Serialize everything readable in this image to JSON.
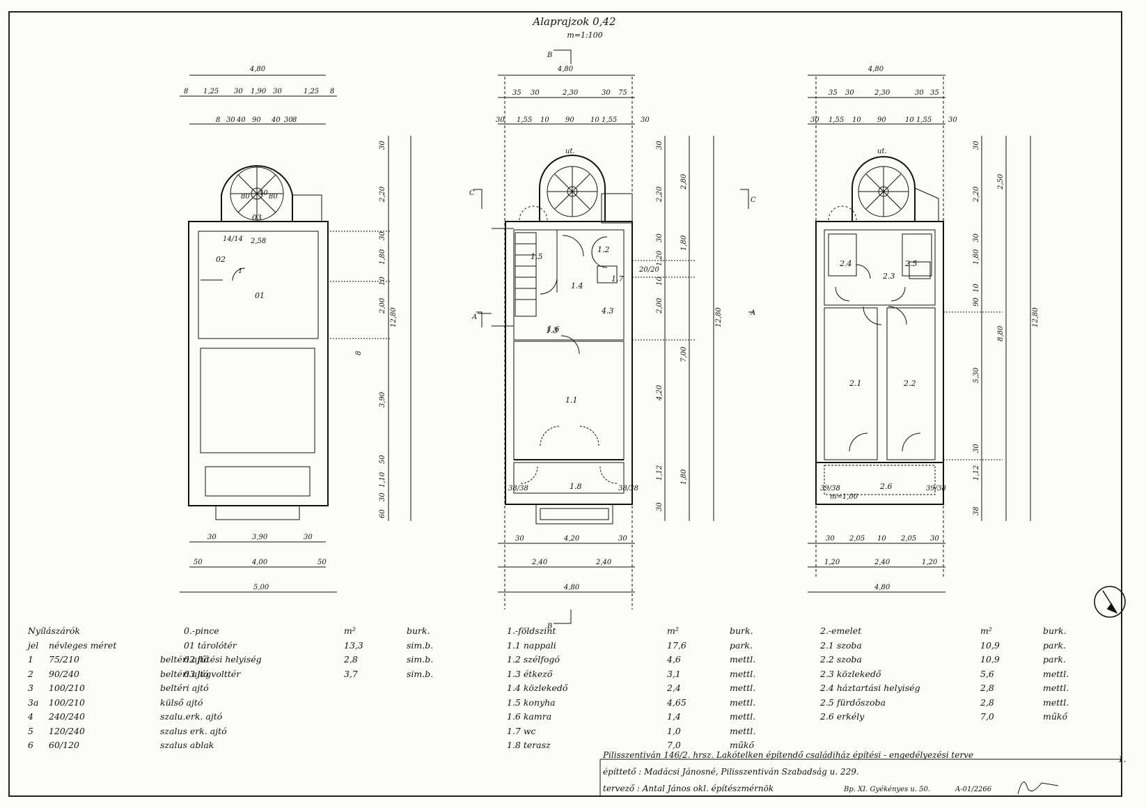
{
  "header": {
    "title": "Alaprajzok 0,42",
    "scale": "m=1:100"
  },
  "plans": [
    {
      "id": "pince",
      "top_dims": [
        "4,80"
      ],
      "top_dims2": [
        "8",
        "1,25",
        "30",
        "1,90",
        "30",
        "1,25",
        "8"
      ],
      "top_dims3": [
        "8",
        "30",
        "40",
        "90",
        "40",
        "30",
        "8"
      ],
      "right_dims": [
        "30",
        "2,20",
        "30",
        "1,80",
        "10",
        "2,00",
        "8",
        "3,90",
        "50",
        "1,10",
        "30",
        "60"
      ],
      "right_total": "12,80",
      "bottom_dims1": [
        "30",
        "3,90",
        "30"
      ],
      "bottom_dims2": [
        "50",
        "4,00",
        "50"
      ],
      "bottom_total": "5,00",
      "rooms": [
        "03",
        "02",
        "01",
        "14/14",
        "2,58",
        "80",
        "80",
        "40",
        "1"
      ]
    },
    {
      "id": "foldszint",
      "top_dims": [
        "4,80"
      ],
      "top_dims2": [
        "35",
        "30",
        "2,30",
        "30",
        "75"
      ],
      "top_dims3": [
        "30",
        "1,55",
        "10",
        "90",
        "10",
        "1,55",
        "30"
      ],
      "right_dims": [
        "30",
        "2,20",
        "30",
        "1,20",
        "10",
        "2,00",
        "4,20",
        "1,12",
        "30"
      ],
      "right_dims2": [
        "2,80",
        "1,80",
        "7,00",
        "1,80"
      ],
      "right_total": "12,80",
      "bottom_dims1": [
        "30",
        "4,20",
        "30"
      ],
      "bottom_dims2": [
        "2,40",
        "2,40"
      ],
      "bottom_total": "4,80",
      "rooms": [
        "1.1",
        "1.2",
        "1.3",
        "1.4",
        "1.5",
        "1.6",
        "1.7",
        "1.8",
        "4.3",
        "ut.",
        "20/20",
        "38/38",
        "38/38"
      ],
      "section_marks": [
        "B",
        "B",
        "C",
        "C",
        "A",
        "A"
      ]
    },
    {
      "id": "emelet",
      "top_dims": [
        "4,80"
      ],
      "top_dims2": [
        "35",
        "30",
        "2,30",
        "30",
        "35"
      ],
      "top_dims3": [
        "30",
        "1,55",
        "10",
        "90",
        "10",
        "1,55",
        "30"
      ],
      "right_dims": [
        "30",
        "2,20",
        "30",
        "1,80",
        "10",
        "90",
        "5,30",
        "30",
        "1,12",
        "38"
      ],
      "right_dims2": [
        "2,50",
        "8,80"
      ],
      "right_total": "12,80",
      "bottom_dims1": [
        "30",
        "2,05",
        "10",
        "2,05",
        "30"
      ],
      "bottom_dims2": [
        "1,20",
        "2,40",
        "1,20"
      ],
      "bottom_total": "4,80",
      "rooms": [
        "2.1",
        "2.2",
        "2.3",
        "2.4",
        "2.5",
        "2.6",
        "ut.",
        "m=1,00",
        "39/38",
        "39/38"
      ]
    }
  ],
  "openings": {
    "title": "Nyílászárók",
    "header": [
      "jel",
      "névleges méret"
    ],
    "rows": [
      [
        "1",
        "75/210",
        "beltéri ajtó"
      ],
      [
        "2",
        "90/240",
        "beltéri ajtó"
      ],
      [
        "3",
        "100/210",
        "beltéri ajtó"
      ],
      [
        "3a",
        "100/210",
        "külső ajtó"
      ],
      [
        "4",
        "240/240",
        "szalu.erk. ajtó"
      ],
      [
        "5",
        "120/240",
        "szalus erk. ajtó"
      ],
      [
        "6",
        "60/120",
        "szalus ablak"
      ]
    ]
  },
  "rooms_0": {
    "title": [
      "0.-pince",
      "m²",
      "burk."
    ],
    "rows": [
      [
        "01 tárolótér",
        "13,3",
        "sim.b."
      ],
      [
        "02 fűtési helyiség",
        "2,8",
        "sim.b."
      ],
      [
        "03 légvolttér",
        "3,7",
        "sim.b."
      ]
    ]
  },
  "rooms_1": {
    "title": [
      "1.-földszint",
      "m²",
      "burk."
    ],
    "rows": [
      [
        "1.1 nappali",
        "17,6",
        "park."
      ],
      [
        "1.2 szélfogó",
        "4,6",
        "mettl."
      ],
      [
        "1.3 étkező",
        "3,1",
        "mettl."
      ],
      [
        "1.4 közlekedő",
        "2,4",
        "mettl."
      ],
      [
        "1.5 konyha",
        "4,65",
        "mettl."
      ],
      [
        "1.6 kamra",
        "1,4",
        "mettl."
      ],
      [
        "1.7 wc",
        "1,0",
        "mettl."
      ],
      [
        "1.8 terasz",
        "7,0",
        "műkő"
      ]
    ]
  },
  "rooms_2": {
    "title": [
      "2.-emelet",
      "m²",
      "burk."
    ],
    "rows": [
      [
        "2.1 szoba",
        "10,9",
        "park."
      ],
      [
        "2.2 szoba",
        "10,9",
        "park."
      ],
      [
        "2.3 közlekedő",
        "5,6",
        "mettl."
      ],
      [
        "2.4 háztartási helyiség",
        "2,8",
        "mettl."
      ],
      [
        "2.5 fürdőszoba",
        "2,8",
        "mettl."
      ],
      [
        "2.6 erkély",
        "7,0",
        "műkő"
      ]
    ]
  },
  "titleblock": {
    "line1": "Pilisszentiván 146/2. hrsz. Lakótelken építendő családiház építési - engedélyezési terve",
    "line2": "építtető : Madácsi Jánosné, Pilisszentiván Szabadság u. 229.",
    "line3": "tervező : Antal János okl. építészmérnök",
    "address": "Bp. XI. Gyékényes u. 50.",
    "code": "A-01/2266",
    "sheet_no": "1."
  }
}
